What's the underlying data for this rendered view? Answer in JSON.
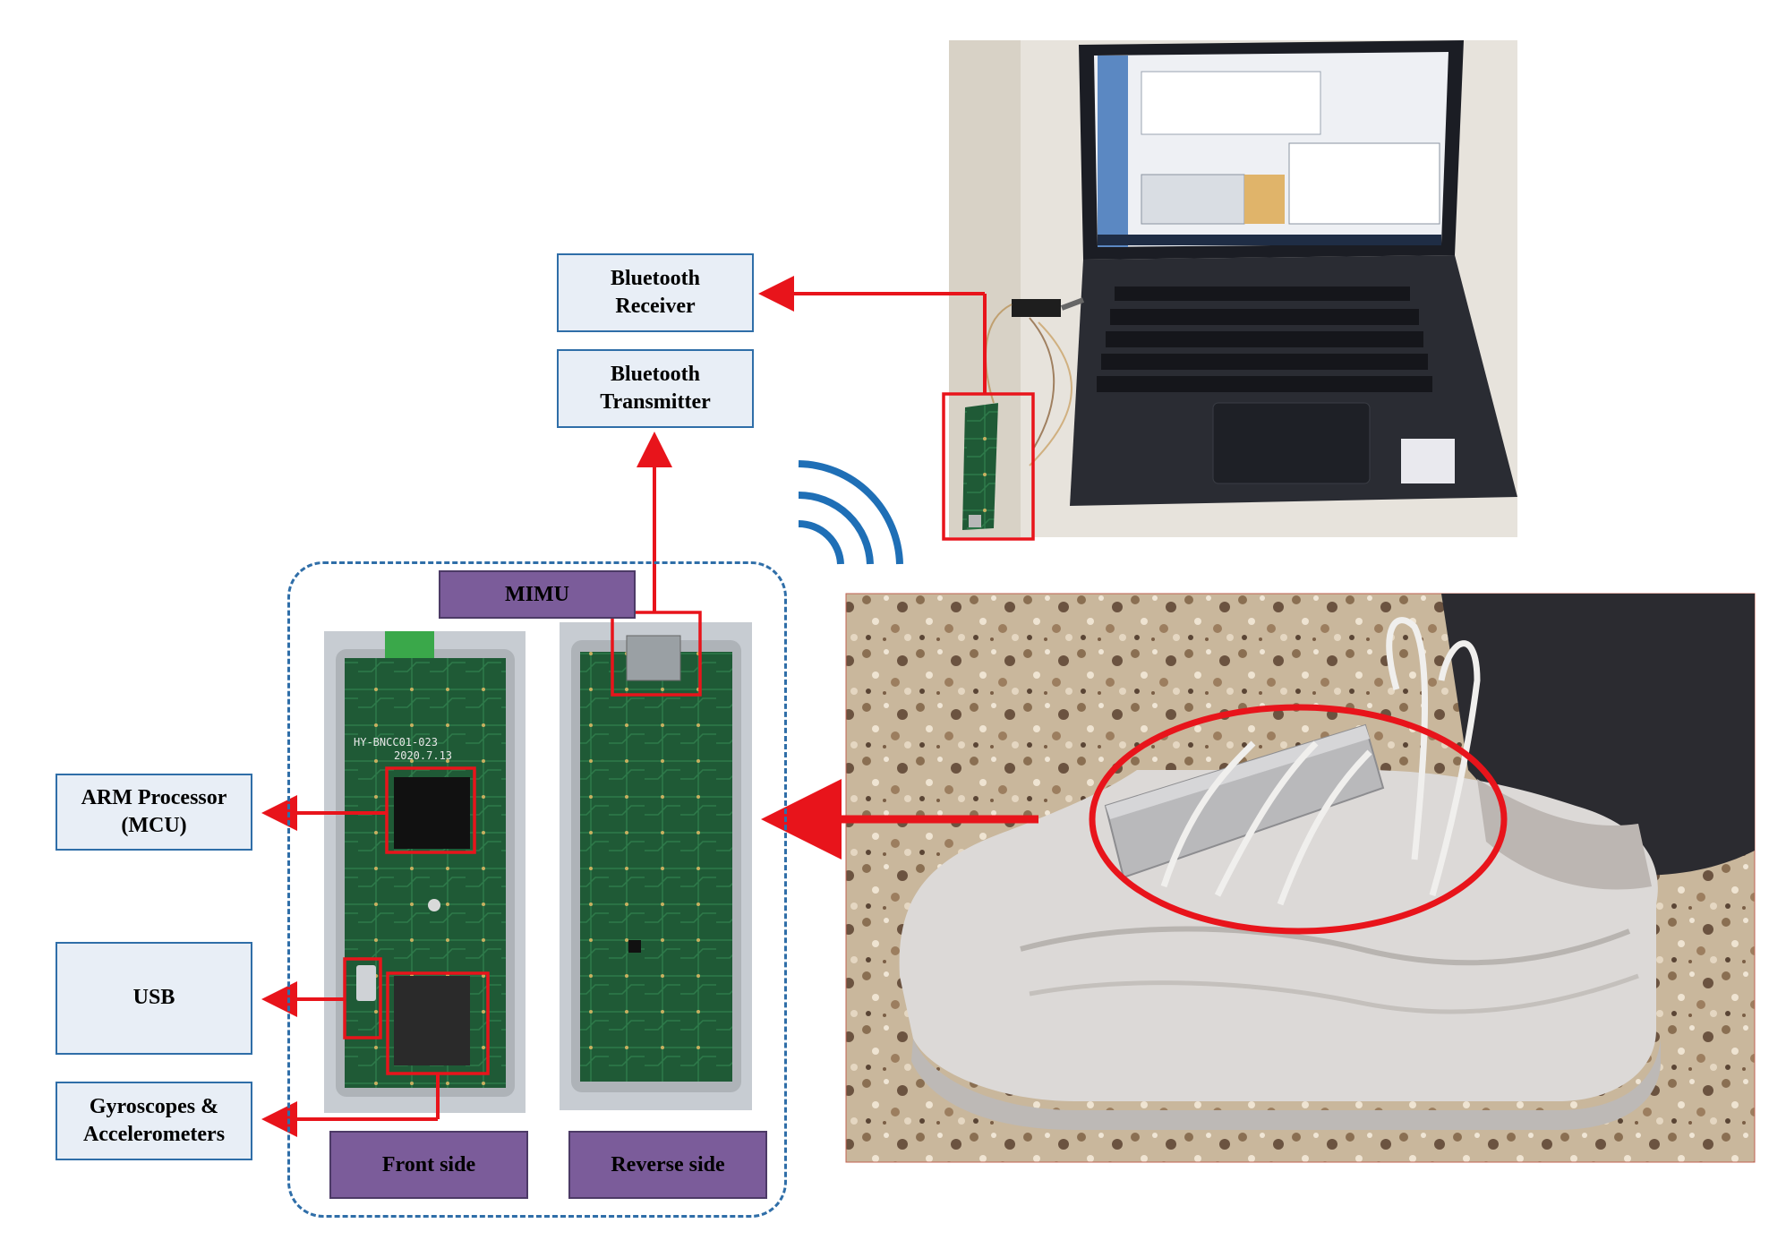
{
  "labels": {
    "bluetooth_receiver_line1": "Bluetooth",
    "bluetooth_receiver_line2": "Receiver",
    "bluetooth_transmitter_line1": "Bluetooth",
    "bluetooth_transmitter_line2": "Transmitter",
    "arm_processor_line1": "ARM Processor",
    "arm_processor_line2": "(MCU)",
    "usb": "USB",
    "gyro_line1": "Gyroscopes &",
    "gyro_line2": "Accelerometers",
    "mimu": "MIMU",
    "front_side": "Front side",
    "reverse_side": "Reverse side"
  },
  "board_text": {
    "front_id": "HY-BNCC01-023",
    "front_date": "2020.7.13"
  },
  "colors": {
    "label_fill": "#e8eef6",
    "label_border": "#2f6ea8",
    "purple": "#7b5c9a",
    "arrow_red": "#e8141b",
    "frame_blue": "#2f6ea8",
    "signal_blue": "#1f6fb6",
    "pcb_green": "#1f5a36"
  },
  "icons": {
    "signal": "wireless-signal-icon"
  }
}
